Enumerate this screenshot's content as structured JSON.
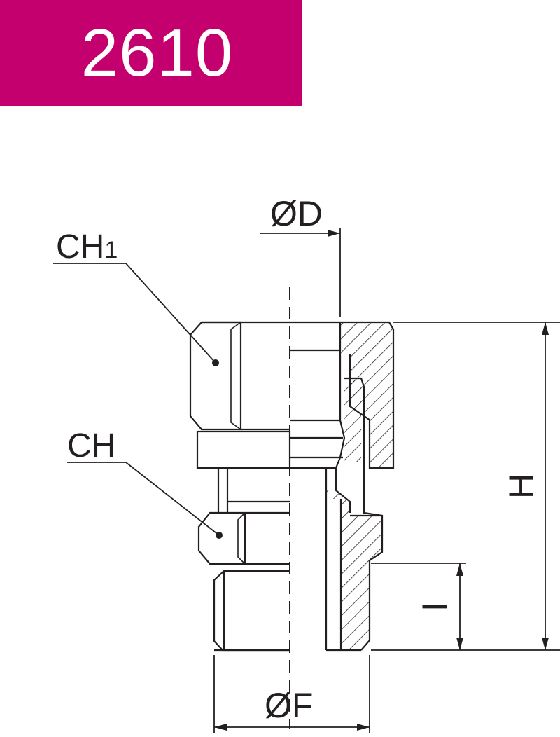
{
  "product_code": "2610",
  "colors": {
    "banner_bg": "#c4006f",
    "banner_text": "#ffffff",
    "line": "#231f20"
  },
  "labels": {
    "diameter_d": "ØD",
    "hex_upper": "CH1",
    "hex_lower": "CH",
    "height": "H",
    "thread_length": "I",
    "diameter_f": "ØF"
  }
}
